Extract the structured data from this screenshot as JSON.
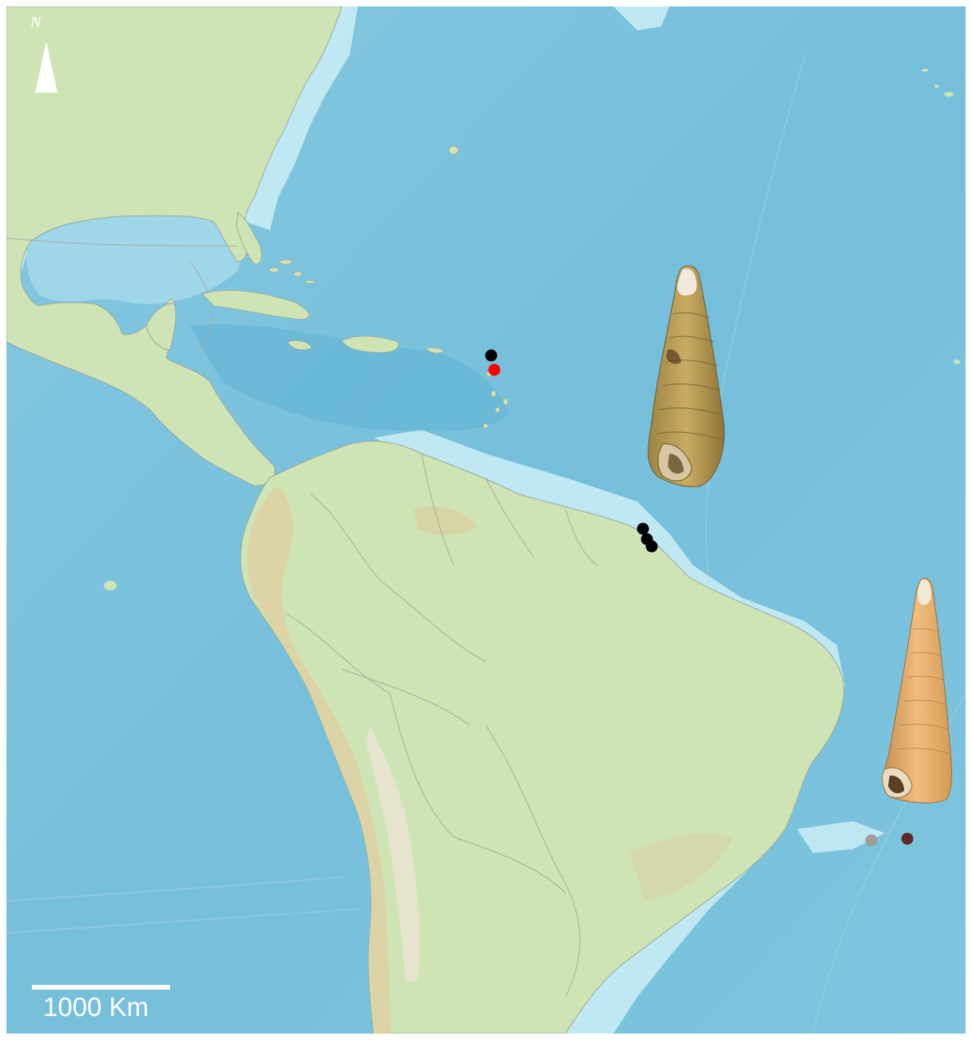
{
  "north_arrow": {
    "letter": "N"
  },
  "scale_bar": {
    "label": "1000 Km"
  },
  "colors": {
    "ocean": "#7cc3dd",
    "ocean_deep": "#6fb7d3",
    "shelf": "#cbeef6",
    "land": "#cfe3b4",
    "mountains": "#d9cfa3",
    "border": "#9aa7a0",
    "point_black": "#000000",
    "point_red": "#ff0000",
    "point_grey": "#a09a9a",
    "point_maroon": "#5e2a2a"
  },
  "points": [
    {
      "id": "black-1",
      "color": "#000000"
    },
    {
      "id": "red-1",
      "color": "#ff0000"
    },
    {
      "id": "black-2",
      "color": "#000000"
    },
    {
      "id": "black-3",
      "color": "#000000"
    },
    {
      "id": "black-4",
      "color": "#000000"
    },
    {
      "id": "grey-1",
      "color": "#a09a9a"
    },
    {
      "id": "maroon-1",
      "color": "#5e2a2a"
    }
  ]
}
